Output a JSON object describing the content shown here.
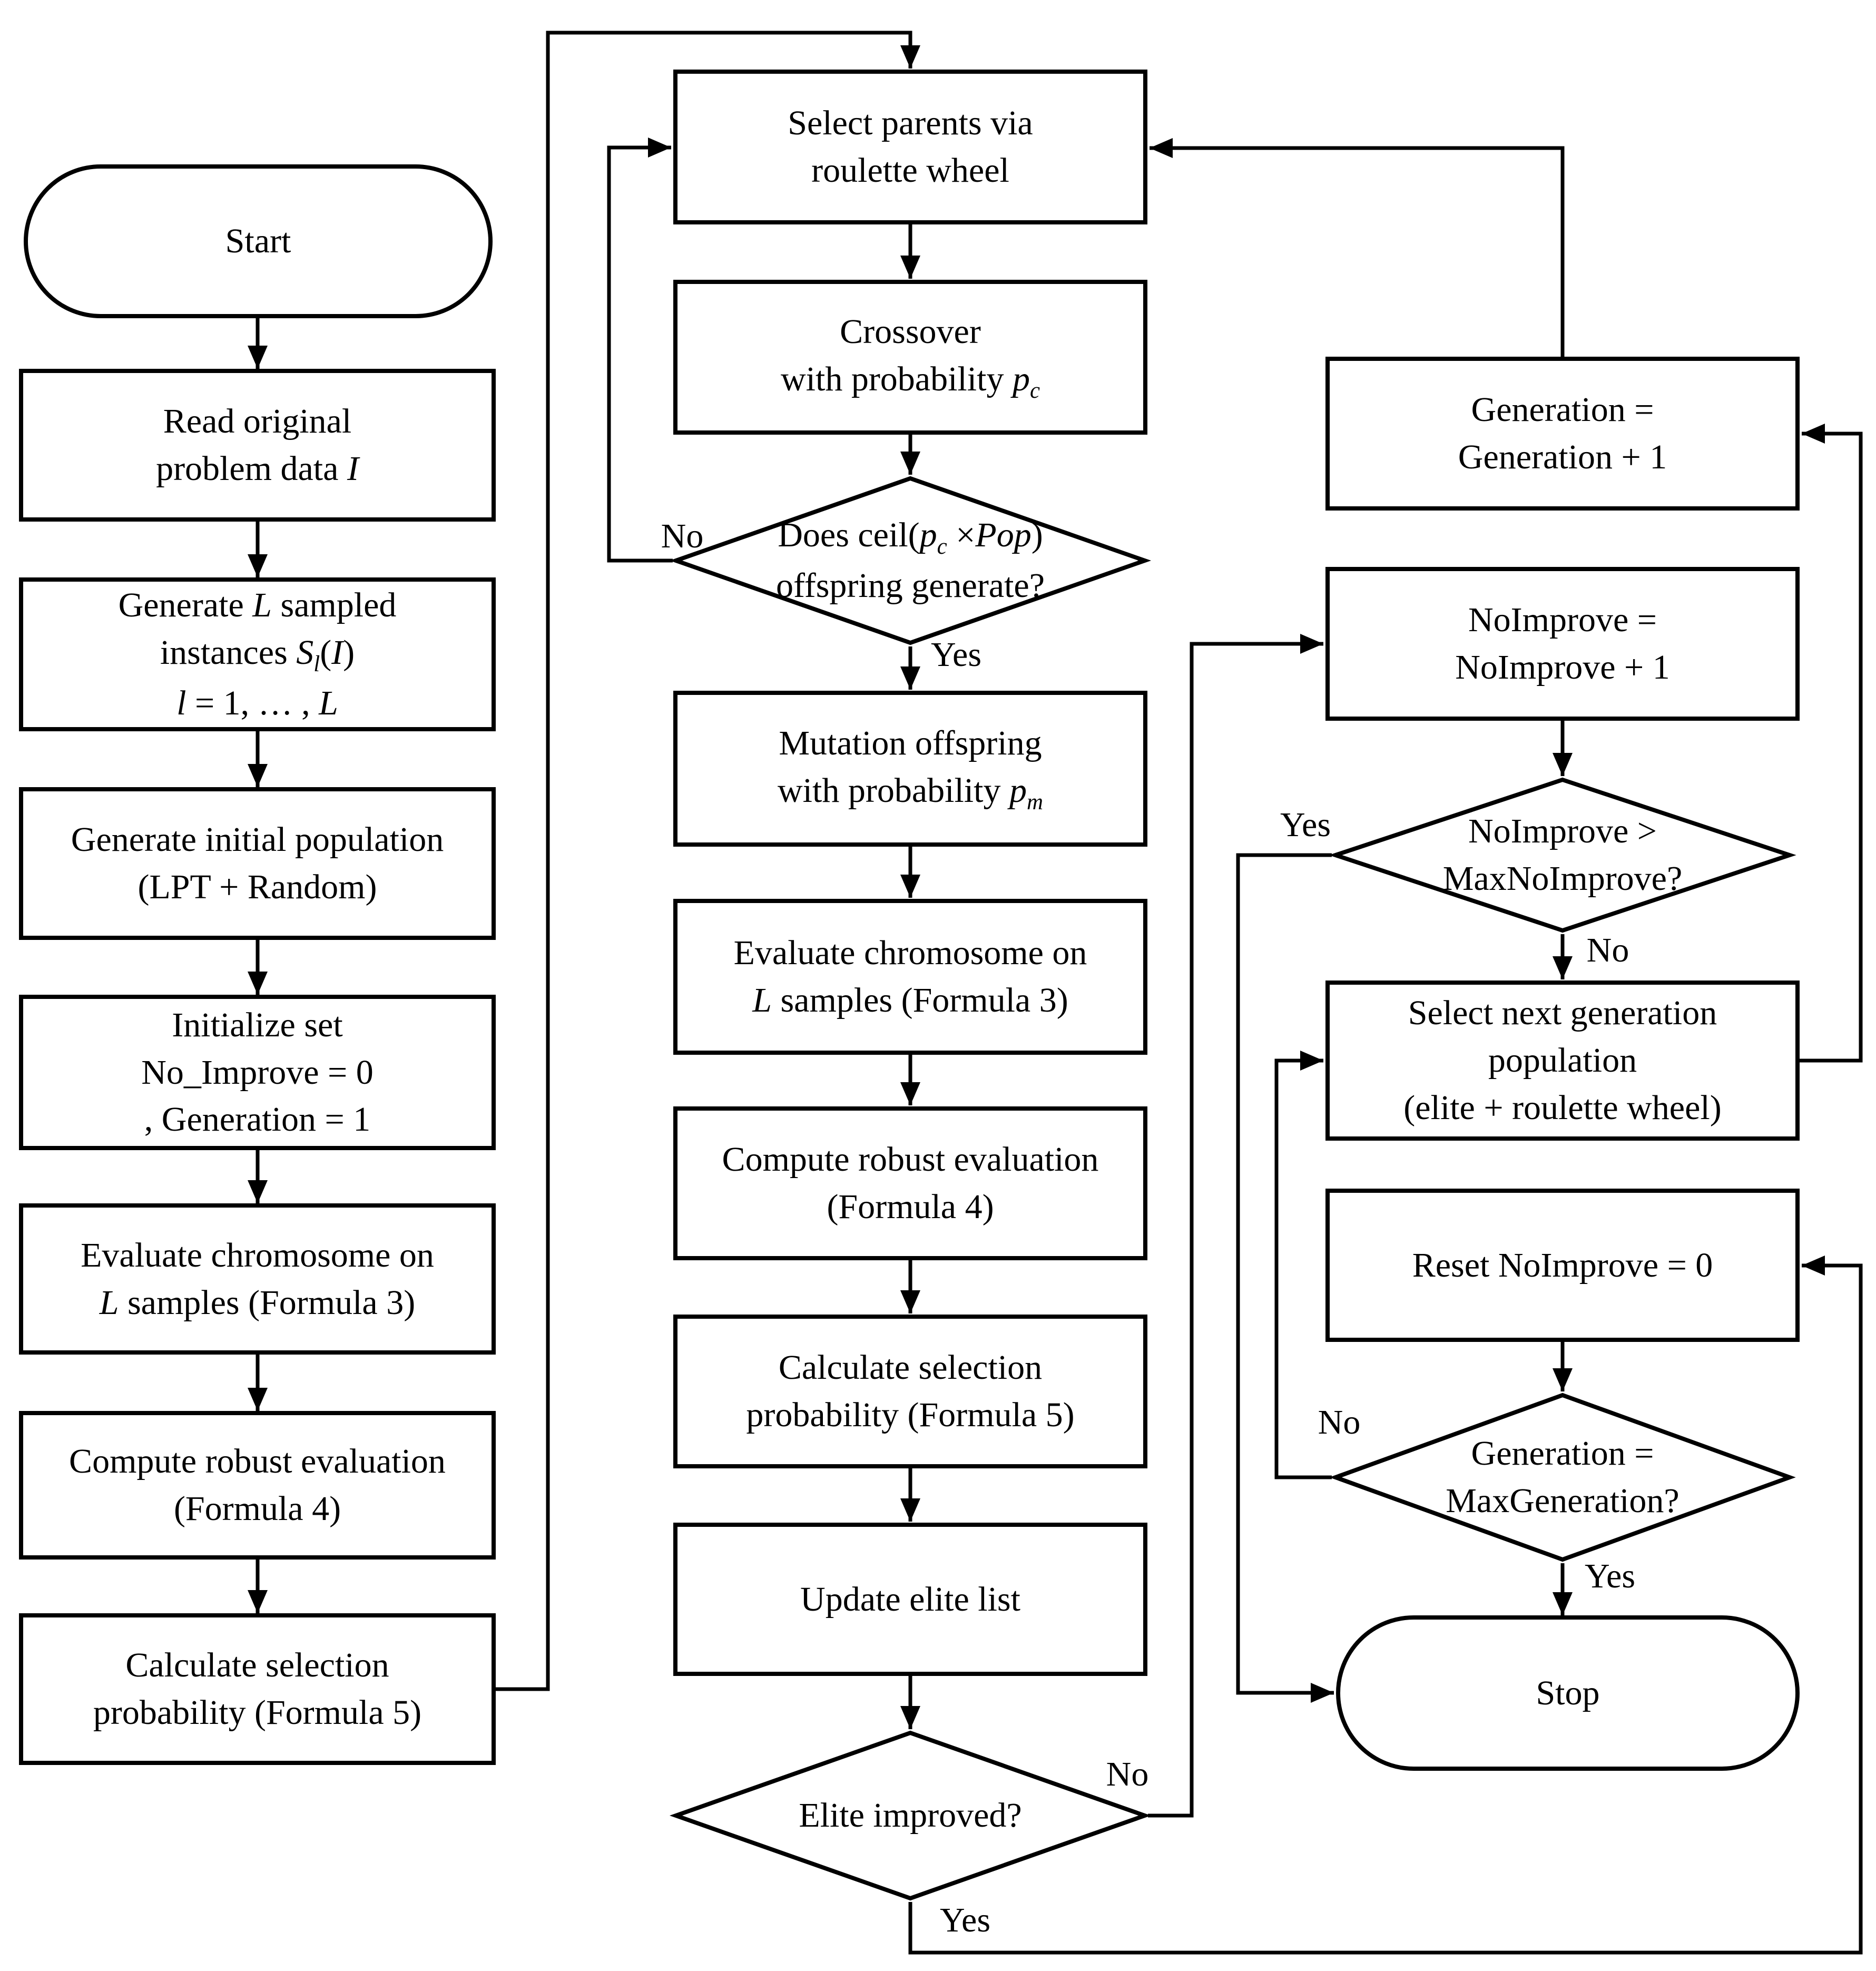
{
  "colors": {
    "stroke": "#000000",
    "background": "#ffffff"
  },
  "nodes": {
    "start": {
      "label": "Start"
    },
    "read": {
      "label": "Read original<br>problem data <i>I</i>"
    },
    "gen_samples": {
      "label": "Generate <i>L</i> sampled<br>instances <i>S<sub>l</sub></i>(<i>I</i>)<br><i>l</i> = 1, &hellip; , <i>L</i>"
    },
    "init_pop": {
      "label": "Generate initial population<br>(LPT + Random)"
    },
    "init_set": {
      "label": "Initialize set<br>No_Improve = 0<br>, Generation = 1"
    },
    "eval_left": {
      "label": "Evaluate chromosome on<br><i>L</i> samples (Formula 3)"
    },
    "robust_left": {
      "label": "Compute robust evaluation<br>(Formula 4)"
    },
    "calc_left": {
      "label": "Calculate selection<br>probability (Formula 5)"
    },
    "select_parents": {
      "label": "Select parents via<br>roulette wheel"
    },
    "crossover": {
      "label": "Crossover<br>with probability <i>p<sub>c</sub></i>"
    },
    "offspring_check": {
      "label": "Does ceil(<i>p<sub>c</sub></i> &times;<i>Pop</i>)<br>offspring generate?"
    },
    "mutation": {
      "label": "Mutation offspring<br>with probability <i>p<sub>m</sub></i>"
    },
    "eval_mid": {
      "label": "Evaluate chromosome on<br><i>L</i> samples (Formula 3)"
    },
    "robust_mid": {
      "label": "Compute robust evaluation<br>(Formula 4)"
    },
    "calc_mid": {
      "label": "Calculate selection<br>probability (Formula 5)"
    },
    "update_elite": {
      "label": "Update elite list"
    },
    "elite_check": {
      "label": "Elite improved?"
    },
    "generation_inc": {
      "label": "Generation =<br>Generation + 1"
    },
    "noimprove_inc": {
      "label": "NoImprove =<br>NoImprove + 1"
    },
    "noimprove_check": {
      "label": "NoImprove &gt;<br>MaxNoImprove?"
    },
    "select_next": {
      "label": "Select next generation<br>population<br>(elite + roulette wheel)"
    },
    "reset_noimprove": {
      "label": "Reset NoImprove = 0"
    },
    "generation_check": {
      "label": "Generation =<br>MaxGeneration?"
    },
    "stop": {
      "label": "Stop"
    }
  },
  "edge_labels": {
    "offspring_no": "No",
    "offspring_yes": "Yes",
    "elite_no": "No",
    "elite_yes": "Yes",
    "noimprove_yes": "Yes",
    "noimprove_no": "No",
    "generation_no": "No",
    "generation_yes": "Yes"
  }
}
